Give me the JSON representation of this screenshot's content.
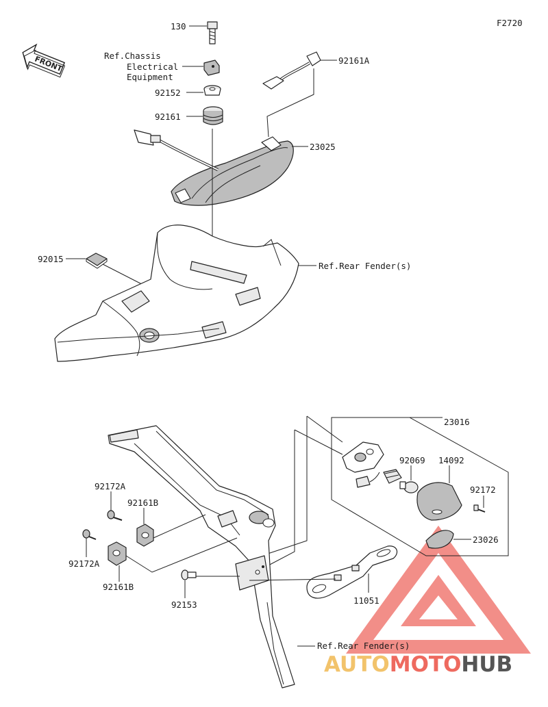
{
  "figure_code": "F2720",
  "front_badge": "FRONT",
  "labels": {
    "p130": "130",
    "ref_chassis_1": "Ref.Chassis",
    "ref_chassis_2": "Electrical",
    "ref_chassis_3": "Equipment",
    "p92152": "92152",
    "p92161": "92161",
    "p92161A": "92161A",
    "p23025": "23025",
    "p92015": "92015",
    "ref_rear_fender_top": "Ref.Rear Fender(s)",
    "p23016": "23016",
    "p92069": "92069",
    "p14092": "14092",
    "p92172": "92172",
    "p23026": "23026",
    "p92172A_top": "92172A",
    "p92161B_top": "92161B",
    "p92172A_bottom": "92172A",
    "p92161B_bottom": "92161B",
    "p92153": "92153",
    "p11051": "11051",
    "ref_rear_fender_bottom": "Ref.Rear Fender(s)"
  },
  "watermark": {
    "part1": "AUTO",
    "part2": "MOTO",
    "part3": "HUB",
    "colors": {
      "auto": "#f2c36b",
      "moto": "#ee6a5f",
      "hub": "#555555",
      "triangle": "#f07b74"
    }
  }
}
